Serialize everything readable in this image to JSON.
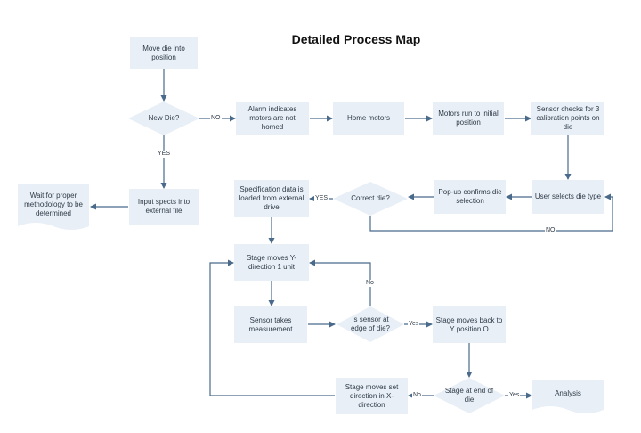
{
  "title": "Detailed Process Map",
  "nodes": {
    "move_die": "Move die into position",
    "new_die": "New Die?",
    "alarm": "Alarm indicates motors are not homed",
    "home_motors": "Home motors",
    "motors_initial": "Motors run to initial position",
    "sensor_checks": "Sensor checks for 3 calibration points on die",
    "user_selects": "User selects die type",
    "popup_confirms": "Pop-up confirms die selection",
    "correct_die": "Correct die?",
    "spec_loaded": "Specification data is loaded from external drive",
    "input_specs": "Input spects into external file",
    "wait_method": "Wait for proper methodology to be determined",
    "stage_y": "Stage moves Y-direction 1 unit",
    "sensor_meas": "Sensor takes measurement",
    "sensor_edge": "Is sensor at edge of die?",
    "stage_back": "Stage moves back to Y position O",
    "stage_end": "Stage at end of die",
    "stage_x": "Stage moves set direction in X-direction",
    "analysis": "Analysis"
  },
  "edge_labels": {
    "no_newdie": "NO",
    "yes_newdie": "YES",
    "yes_correct": "YES",
    "no_correct": "NO",
    "no_edge": "No",
    "yes_edge": "Yes",
    "no_end": "No",
    "yes_end": "Yes"
  },
  "colors": {
    "shape_fill": "#e8eff7",
    "line": "#4a6a8c",
    "text": "#2f3a46"
  }
}
